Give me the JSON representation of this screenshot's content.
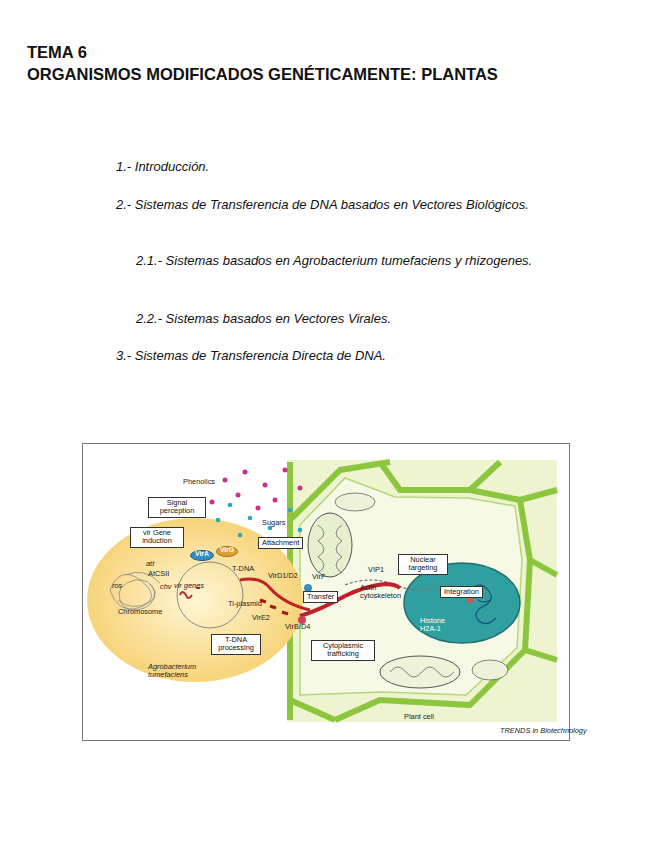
{
  "diagram": {
    "title": "ORGANISMOS MODIFICADOS GENÉTICAMENTE: PLANTAS",
    "nodes": [
      {
        "text": [
          "Signal perception"
        ]
      },
      {
        "text": [
          "vir Gene induction"
        ]
      },
      {
        "text": [
          "VirA"
        ]
      },
      {
        "text": [
          "VirG"
        ]
      },
      {
        "text": [
          "Attachment"
        ]
      },
      {
        "text": [
          "Nuclear targeting"
        ]
      },
      {
        "text": [
          "Transfer"
        ]
      },
      {
        "text": [
          "Integration"
        ]
      },
      {
        "text": [
          "T-DNA processing"
        ]
      },
      {
        "text": [
          "Cytoplasmic trafficking"
        ]
      }
    ],
    "labels": [
      "TEMA 6",
      "1.- Introducción.",
      "2.- Sistemas de Transferencia de DNA basados en Vectores Biológicos.",
      "2.1.- Sistemas basados en Agrobacterium tumefaciens y rhizogenes.",
      "2.2.- Sistemas basados en Vectores Virales.",
      "3.- Sistemas de Transferencia Directa de DNA.",
      "Phenolics",
      "Sugars",
      "att",
      "AtCSII",
      "ros",
      "chv",
      "vir genes",
      "Chromosome",
      "Ti-plasmid",
      "T-DNA",
      "VirD1/D2",
      "VirF",
      "VirE2",
      "VirB/D4",
      "VIP1",
      "Actin cytoskeleton",
      "Histone H2A-1",
      "Agrobacterium tumefaciens",
      "Plant cell",
      "TRENDS in Biotechnology"
    ]
  }
}
